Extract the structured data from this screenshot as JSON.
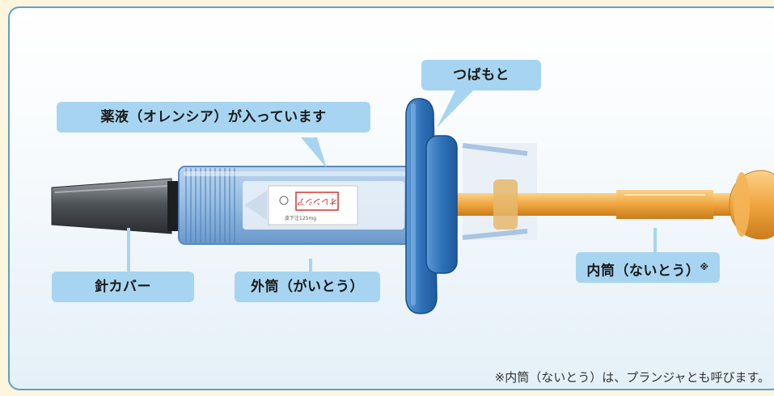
{
  "labels": {
    "flange": "つばもと",
    "liquid": "薬液（オレンシア）が入っています",
    "needle_cover": "針カバー",
    "barrel": "外筒（がいとう）",
    "plunger": "内筒（ないとう）",
    "plunger_mark": "※"
  },
  "footnote": "※内筒（ないとう）は、プランジャとも呼びます。",
  "syringe_label": {
    "brand": "オレンシア",
    "small_text": "皮下注125mg"
  },
  "colors": {
    "callout_bg": "#a7d5f1",
    "border": "#5aa0d0",
    "flange_blue": "#2f72b8",
    "plunger_orange": "#f0a640",
    "page_bg": "#fdf5dc"
  }
}
